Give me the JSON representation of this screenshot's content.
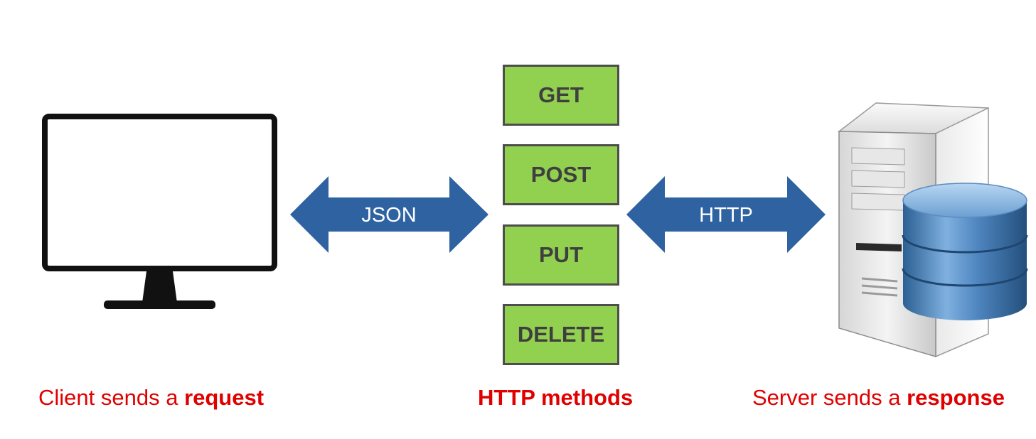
{
  "arrows": {
    "left_label": "JSON",
    "right_label": "HTTP",
    "color": "#2e62a0"
  },
  "methods": [
    "GET",
    "POST",
    "PUT",
    "DELETE"
  ],
  "method_box_color": "#92d050",
  "captions": {
    "client_prefix": "Client sends a ",
    "client_bold": "request",
    "methods_title": "HTTP methods",
    "server_prefix": "Server sends a ",
    "server_bold": "response"
  },
  "caption_color": "#e00000",
  "icons": {
    "client": "monitor-icon",
    "server": "server-tower-icon",
    "database": "database-icon"
  }
}
